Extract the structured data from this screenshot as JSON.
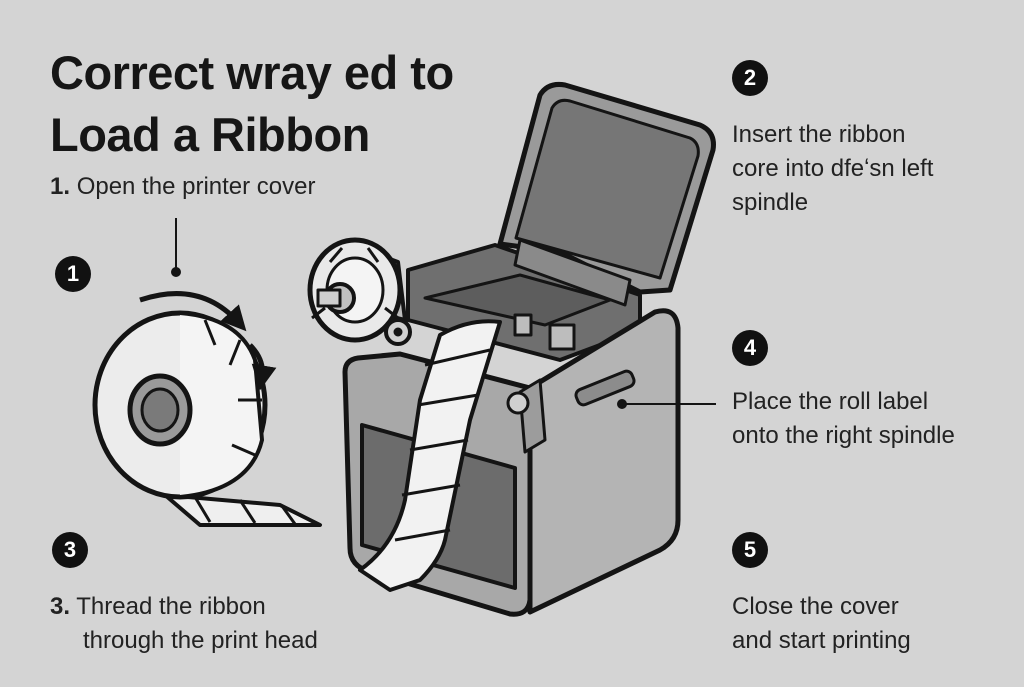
{
  "title": {
    "line1": "Correct wray ed to",
    "line2": "Load a Ribbon"
  },
  "steps": {
    "s1": {
      "badge": "1",
      "prefix": "1.",
      "text": "Open the printer cover"
    },
    "s2": {
      "badge": "2",
      "line1": "Insert the ribbon",
      "line2": "core into dfeʻsn left",
      "line3": "spindle"
    },
    "s3": {
      "badge": "3",
      "prefix": "3.",
      "line1": "Thread the ribbon",
      "line2": "through the print head"
    },
    "s4": {
      "badge": "4",
      "line1": "Place the roll label",
      "line2": "onto the right spindle"
    },
    "s5": {
      "badge": "5",
      "line1": "Close the cover",
      "line2": "and start printing"
    }
  },
  "colors": {
    "background": "#d4d4d4",
    "outline": "#141414",
    "badge": "#111111",
    "body_fill": "#8e8e8e"
  }
}
